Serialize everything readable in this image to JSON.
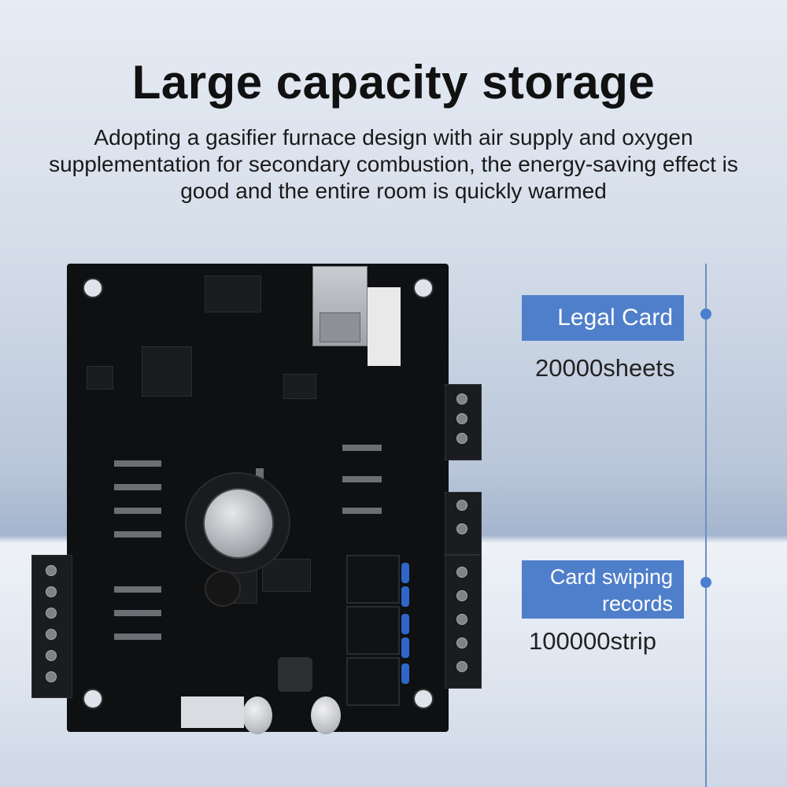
{
  "header": {
    "title": "Large capacity storage",
    "description": "Adopting a gasifier furnace design with air supply and oxygen supplementation for secondary combustion, the energy-saving effect is good and the entire room is quickly warmed"
  },
  "features": [
    {
      "label": "Legal Card",
      "value": "20000sheets"
    },
    {
      "label": "Card swiping records",
      "value": "100000strip"
    }
  ],
  "colors": {
    "accent": "#4f7fcb",
    "dot": "#4a7fd0",
    "line": "#6f8fc0"
  },
  "image": {
    "subject": "access-control-circuit-board"
  }
}
